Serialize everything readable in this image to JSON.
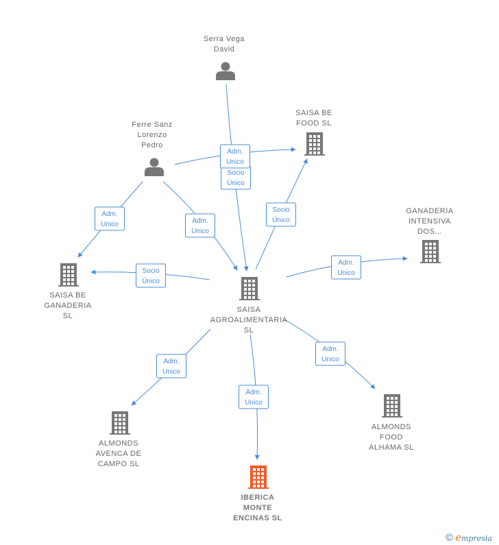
{
  "colors": {
    "edge": "#4a8bd6",
    "edge_label_text": "#4a8bd6",
    "node_icon": "#777777",
    "focus_icon": "#f25a29",
    "label_text": "#666666"
  },
  "nodes": [
    {
      "id": "serra",
      "type": "person",
      "icon": "person-icon",
      "lines": [
        "Serra Vega",
        "David"
      ],
      "label_pos": "above"
    },
    {
      "id": "ferre",
      "type": "person",
      "icon": "person-icon",
      "lines": [
        "Ferre Sanz",
        "Lorenzo",
        "Pedro"
      ],
      "label_pos": "above"
    },
    {
      "id": "saisa_food",
      "type": "company",
      "icon": "building-icon",
      "lines": [
        "SAISA BE",
        "FOOD  SL"
      ],
      "label_pos": "above"
    },
    {
      "id": "ganaderia_intensiva",
      "type": "company",
      "icon": "building-icon",
      "lines": [
        "GANADERIA",
        "INTENSIVA",
        "DOS..."
      ],
      "label_pos": "above"
    },
    {
      "id": "saisa_ganaderia",
      "type": "company",
      "icon": "building-icon",
      "lines": [
        "SAISA BE",
        "GANADERIA",
        "SL"
      ],
      "label_pos": "below"
    },
    {
      "id": "saisa_agro",
      "type": "company",
      "icon": "building-icon",
      "lines": [
        "SAISA",
        "AGROALIMENTARIA",
        "SL"
      ],
      "label_pos": "below"
    },
    {
      "id": "almonds_avenca",
      "type": "company",
      "icon": "building-icon",
      "lines": [
        "ALMONDS",
        "AVENCA DE",
        "CAMPO  SL"
      ],
      "label_pos": "below"
    },
    {
      "id": "iberica",
      "type": "focus",
      "icon": "building-icon",
      "lines": [
        "IBERICA",
        "MONTE",
        "ENCINAS  SL"
      ],
      "label_pos": "below"
    },
    {
      "id": "almonds_alhama",
      "type": "company",
      "icon": "building-icon",
      "lines": [
        "ALMONDS",
        "FOOD",
        "ALHAMA  SL"
      ],
      "label_pos": "below"
    }
  ],
  "edges": [
    {
      "from": "serra",
      "to": "saisa_agro",
      "lines": [
        "Socio",
        "Único"
      ]
    },
    {
      "from": "ferre",
      "to": "saisa_food",
      "lines": [
        "Adm.",
        "Unico"
      ]
    },
    {
      "from": "ferre",
      "to": "saisa_ganaderia",
      "lines": [
        "Adm.",
        "Unico"
      ]
    },
    {
      "from": "ferre",
      "to": "saisa_agro",
      "lines": [
        "Adm.",
        "Unico"
      ]
    },
    {
      "from": "saisa_agro",
      "to": "saisa_food",
      "lines": [
        "Socio",
        "Único"
      ]
    },
    {
      "from": "saisa_agro",
      "to": "ganaderia_intensiva",
      "lines": [
        "Adm.",
        "Unico"
      ]
    },
    {
      "from": "saisa_agro",
      "to": "saisa_ganaderia",
      "lines": [
        "Socio",
        "Único"
      ]
    },
    {
      "from": "saisa_agro",
      "to": "almonds_avenca",
      "lines": [
        "Adm.",
        "Unico"
      ]
    },
    {
      "from": "saisa_agro",
      "to": "iberica",
      "lines": [
        "Adm.",
        "Unico"
      ]
    },
    {
      "from": "saisa_agro",
      "to": "almonds_alhama",
      "lines": [
        "Adm.",
        "Unico"
      ]
    }
  ],
  "footer": {
    "copyright": "©",
    "brand_initial": "e",
    "brand_rest": "mpresia"
  }
}
